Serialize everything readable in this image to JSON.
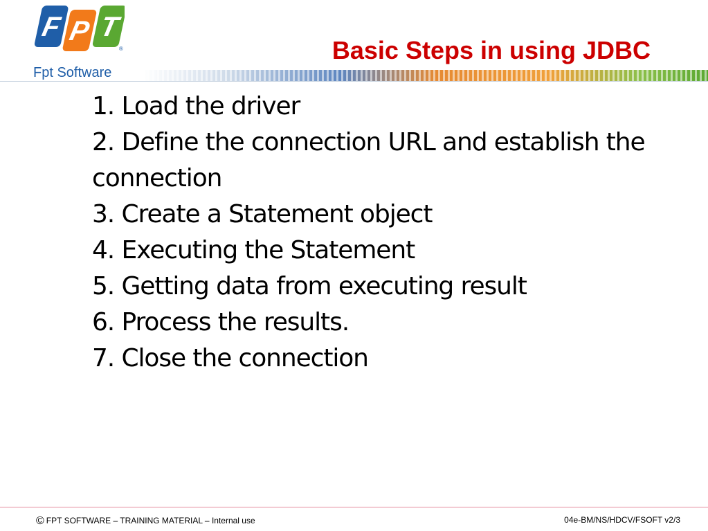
{
  "brand": {
    "logo_letters": [
      "F",
      "P",
      "T"
    ],
    "reg_mark": "®",
    "name": "Fpt Software",
    "colors": {
      "blue": "#1f5ea8",
      "orange": "#f27a1a",
      "green": "#5aa832"
    }
  },
  "slide": {
    "title": "Basic Steps in using JDBC",
    "title_color": "#cc0000",
    "steps": [
      "1. Load the driver",
      "2. Define the connection URL and establish the connection",
      "3. Create a Statement object",
      "4. Executing the Statement",
      "5. Getting data from executing result",
      "6. Process the results.",
      "7. Close the connection"
    ]
  },
  "footer": {
    "copyright_symbol": "©",
    "left_text": "FPT SOFTWARE – TRAINING MATERIAL – Internal use",
    "right_text": "04e-BM/NS/HDCV/FSOFT v2/3"
  }
}
